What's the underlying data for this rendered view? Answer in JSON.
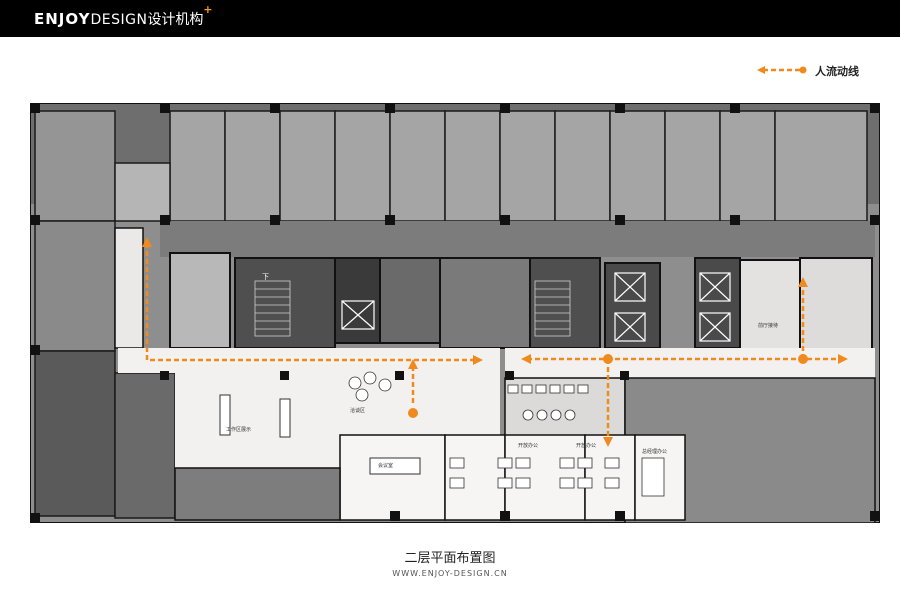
{
  "brand": {
    "part1": "ENJOY",
    "part2": "DESIGN",
    "part3": "设计机构",
    "plus": "+"
  },
  "legend": {
    "label": "人流动线",
    "color": "#f08a1e"
  },
  "plan": {
    "room_labels": [
      "工作区展示",
      "洽谈区",
      "会议室",
      "开放办公",
      "开放办公",
      "总经理办公",
      "前厅接待"
    ],
    "stair_mark": "下"
  },
  "caption": {
    "title": "二层平面布置图",
    "url": "WWW.ENJOY-DESIGN.CN"
  },
  "colors": {
    "wall": "#161616",
    "core": "#5e5e5e",
    "office": "#9c9c9c",
    "floor_light": "#f3f1ef",
    "accent": "#f08a1e"
  }
}
